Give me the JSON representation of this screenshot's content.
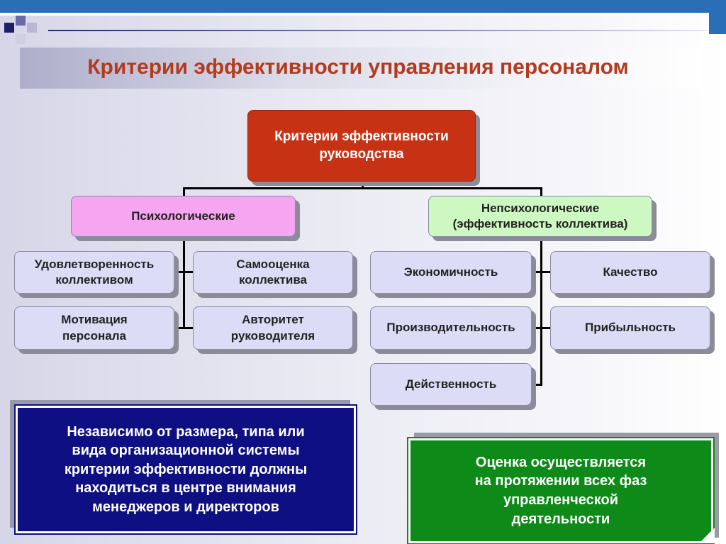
{
  "title": "Критерии эффективности управления персоналом",
  "root": {
    "line1": "Критерии эффективности",
    "line2": "руководства"
  },
  "psychological": {
    "label": "Психологические",
    "items": [
      {
        "line1": "Удовлетворенность",
        "line2": "коллективом"
      },
      {
        "line1": "Самооценка",
        "line2": "коллектива"
      },
      {
        "line1": "Мотивация",
        "line2": "персонала"
      },
      {
        "line1": "Авторитет",
        "line2": "руководителя"
      }
    ]
  },
  "non_psychological": {
    "line1": "Непсихологические",
    "line2": "(эффективность коллектива)",
    "items": [
      {
        "label": "Экономичность"
      },
      {
        "label": "Качество"
      },
      {
        "label": "Производительность"
      },
      {
        "label": "Прибыльность"
      },
      {
        "label": "Действенность"
      }
    ]
  },
  "note_left": {
    "lines": [
      "Независимо от размера, типа или",
      "вида организационной системы",
      "критерии эффективности должны",
      "находиться в центре внимания",
      "менеджеров и директоров"
    ]
  },
  "note_right": {
    "lines": [
      "Оценка осуществляется",
      "на протяжении всех фаз",
      "управленческой",
      "деятельности"
    ]
  },
  "colors": {
    "title": "#b23a1e",
    "root": "#c83214",
    "psychological": "#f6a6f0",
    "non_psychological": "#cef8c2",
    "leaf": "#dcdcf6",
    "note_left": "#0e0f82",
    "note_right": "#0d8a18"
  }
}
